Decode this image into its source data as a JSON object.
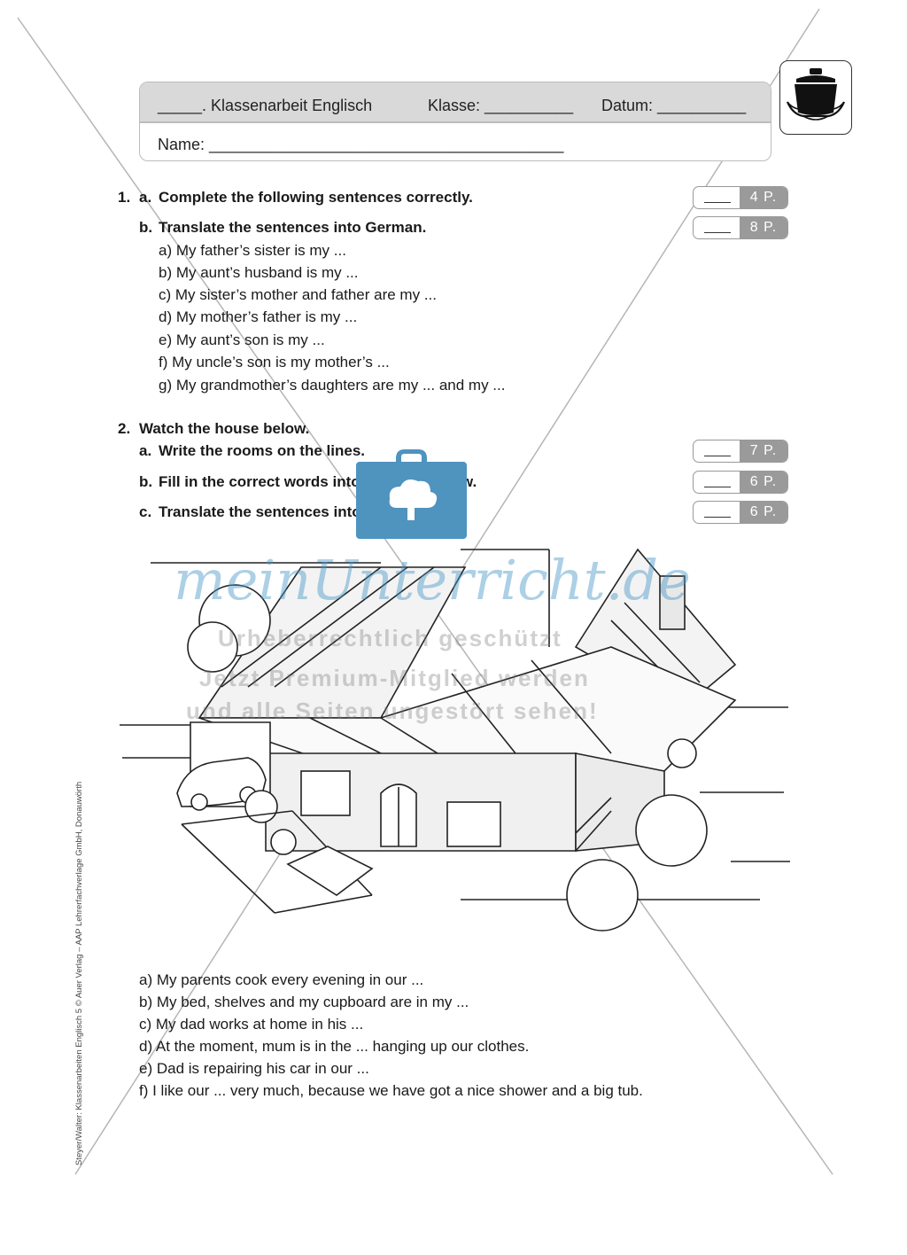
{
  "header": {
    "title_prefix": "_____. Klassenarbeit Englisch",
    "class_label": "Klasse: __________",
    "date_label": "Datum: __________",
    "name_label": "Name: ________________________________________"
  },
  "exercise1": {
    "number": "1.",
    "a_label": "a.",
    "a_text": "Complete the following sentences correctly.",
    "a_points": "4 P.",
    "b_label": "b.",
    "b_text": "Translate the sentences into German.",
    "b_points": "8 P.",
    "items": [
      "a) My father’s sister is my ...",
      "b) My aunt’s husband is my ...",
      "c) My sister’s mother and father are my ...",
      "d) My mother’s father is my ...",
      "e) My aunt’s son is my ...",
      "f)  My uncle’s son is my mother’s ...",
      "g) My grandmother’s daughters are my ... and my ..."
    ]
  },
  "exercise2": {
    "number": "2.",
    "intro": "Watch the house below.",
    "a_label": "a.",
    "a_text": "Write the rooms on the lines.",
    "a_points": "7 P.",
    "b_label": "b.",
    "b_text": "Fill in the correct words into the gaps below.",
    "b_points": "6 P.",
    "c_label": "c.",
    "c_text": "Translate the sentences into German.",
    "c_points": "6 P.",
    "items": [
      "a) My parents cook every evening in our ...",
      "b) My bed, shelves and my cupboard are in my ...",
      "c) My dad works at home in his ...",
      "d) At the moment, mum is in the ... hanging up our clothes.",
      "e) Dad is repairing his car in our ...",
      "f)  I like our ... very much, because we have got a nice shower and a big tub."
    ]
  },
  "watermark": {
    "brand": "meinUnterricht.de",
    "line1": "Urheberrechtlich geschützt",
    "line2": "Jetzt Premium-Mitglied werden",
    "line3": "und alle Seiten ungestört sehen!"
  },
  "side_text": "Steyer/Walter: Klassenarbeiten Englisch 5 © Auer Verlag – AAP Lehrerfachverlage GmbH, Donauwörth"
}
